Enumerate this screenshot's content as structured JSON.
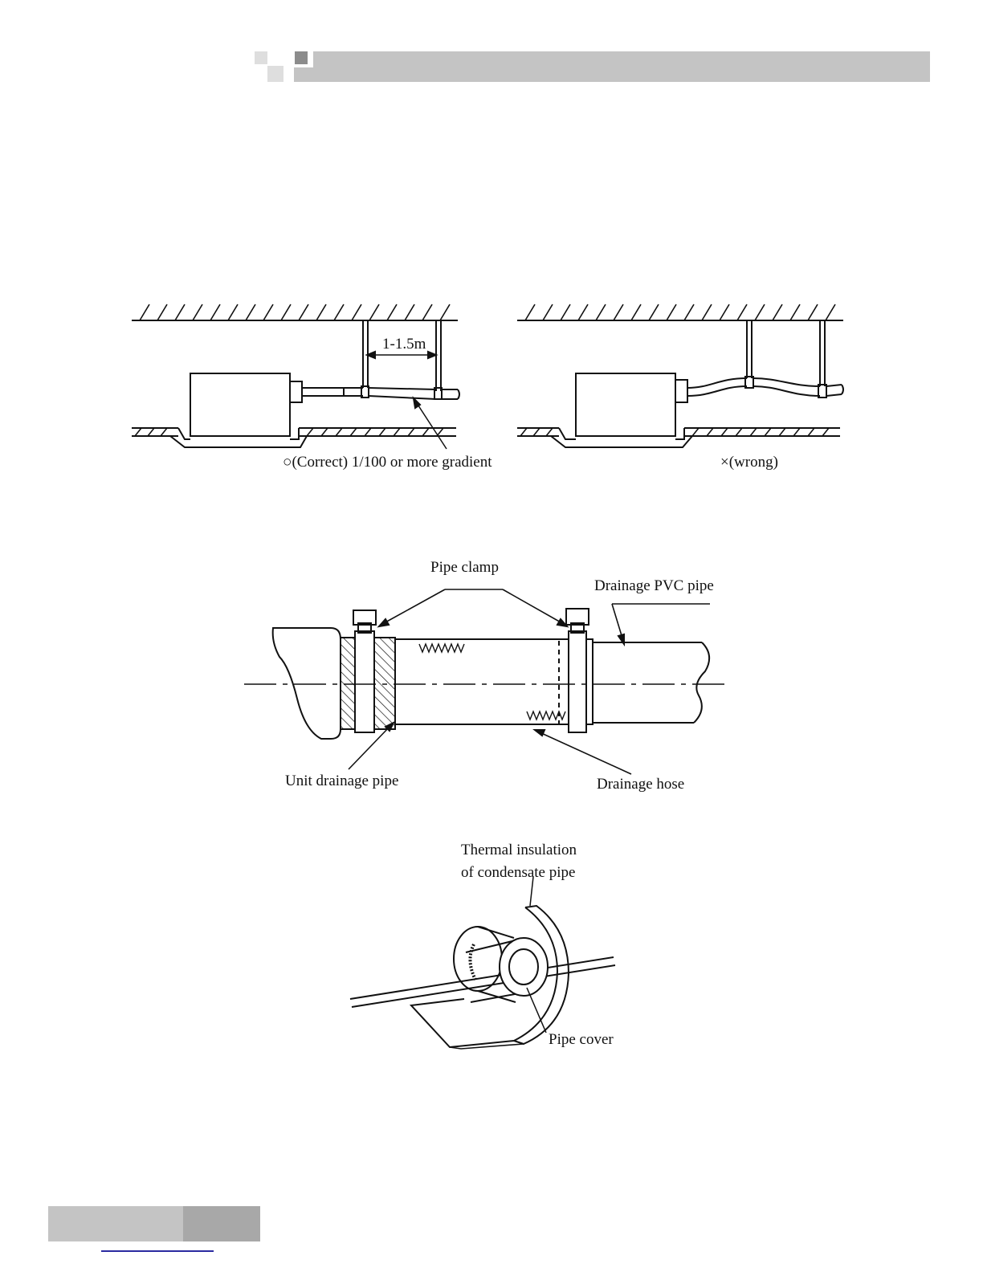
{
  "header": {
    "band_color": "#c4c4c4",
    "square_light": "#dedede",
    "square_dark": "#8c8c8c"
  },
  "figure1": {
    "correct": {
      "span_label": "1-1.5m",
      "caption": "○(Correct) 1/100 or more gradient"
    },
    "wrong": {
      "caption": "×(wrong)"
    }
  },
  "figure2": {
    "labels": {
      "pipe_clamp": "Pipe clamp",
      "drainage_pvc_pipe": "Drainage PVC pipe",
      "unit_drainage_pipe": "Unit drainage pipe",
      "drainage_hose": "Drainage hose"
    }
  },
  "figure3": {
    "labels": {
      "thermal_insulation_line1": "Thermal insulation",
      "thermal_insulation_line2": "of condensate pipe",
      "pipe_cover": "Pipe cover"
    }
  },
  "footer": {
    "bar_light": "#c4c4c4",
    "bar_dark": "#a8a8a8",
    "underline_color": "#2a2aa0"
  }
}
